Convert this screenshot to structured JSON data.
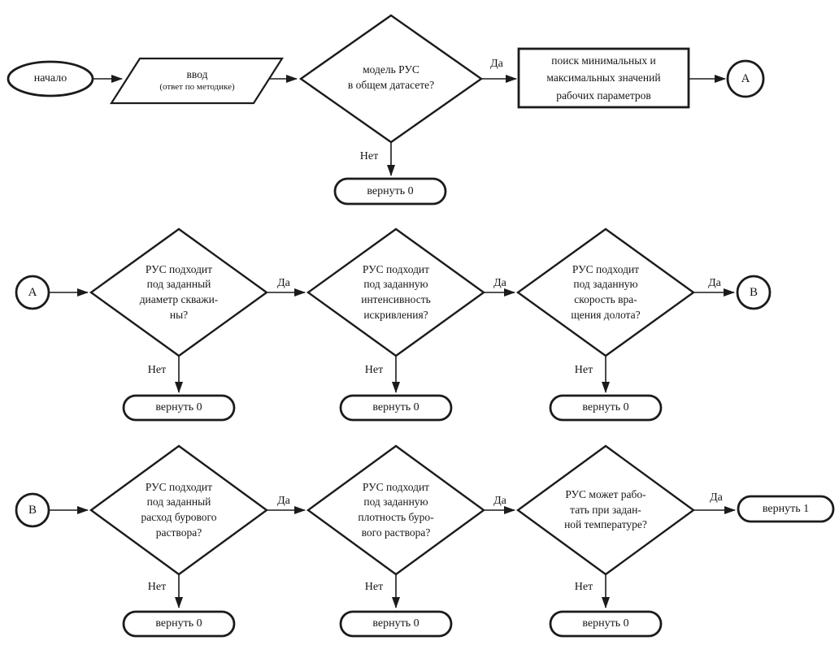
{
  "flowchart": {
    "edge_labels": {
      "yes": "Да",
      "no": "Нет"
    },
    "start": {
      "label": "начало"
    },
    "input": {
      "line1": "ввод",
      "line2": "(ответ по методике)"
    },
    "decisions": {
      "dataset": "модель РУС\nв общем датасете?",
      "diameter": "РУС подходит\nпод заданный\nдиаметр скважи-\nны?",
      "intensity": "РУС подходит\nпод заданную\nинтенсивность\nискривления?",
      "rotation": "РУС подходит\nпод заданную\nскорость вра-\nщения долота?",
      "flow": "РУС подходит\nпод заданный\nрасход бурового\nраствора?",
      "density": "РУС подходит\nпод заданную\nплотность буро-\nвого раствора?",
      "temperature": "РУС может рабо-\nтать при задан-\nной температуре?"
    },
    "process": {
      "search": "поиск минимальных и\nмаксимальных значений\nрабочих параметров"
    },
    "terminals": {
      "return0": "вернуть 0",
      "return1": "вернуть 1"
    },
    "connectors": {
      "a": "А",
      "b": "В"
    }
  }
}
